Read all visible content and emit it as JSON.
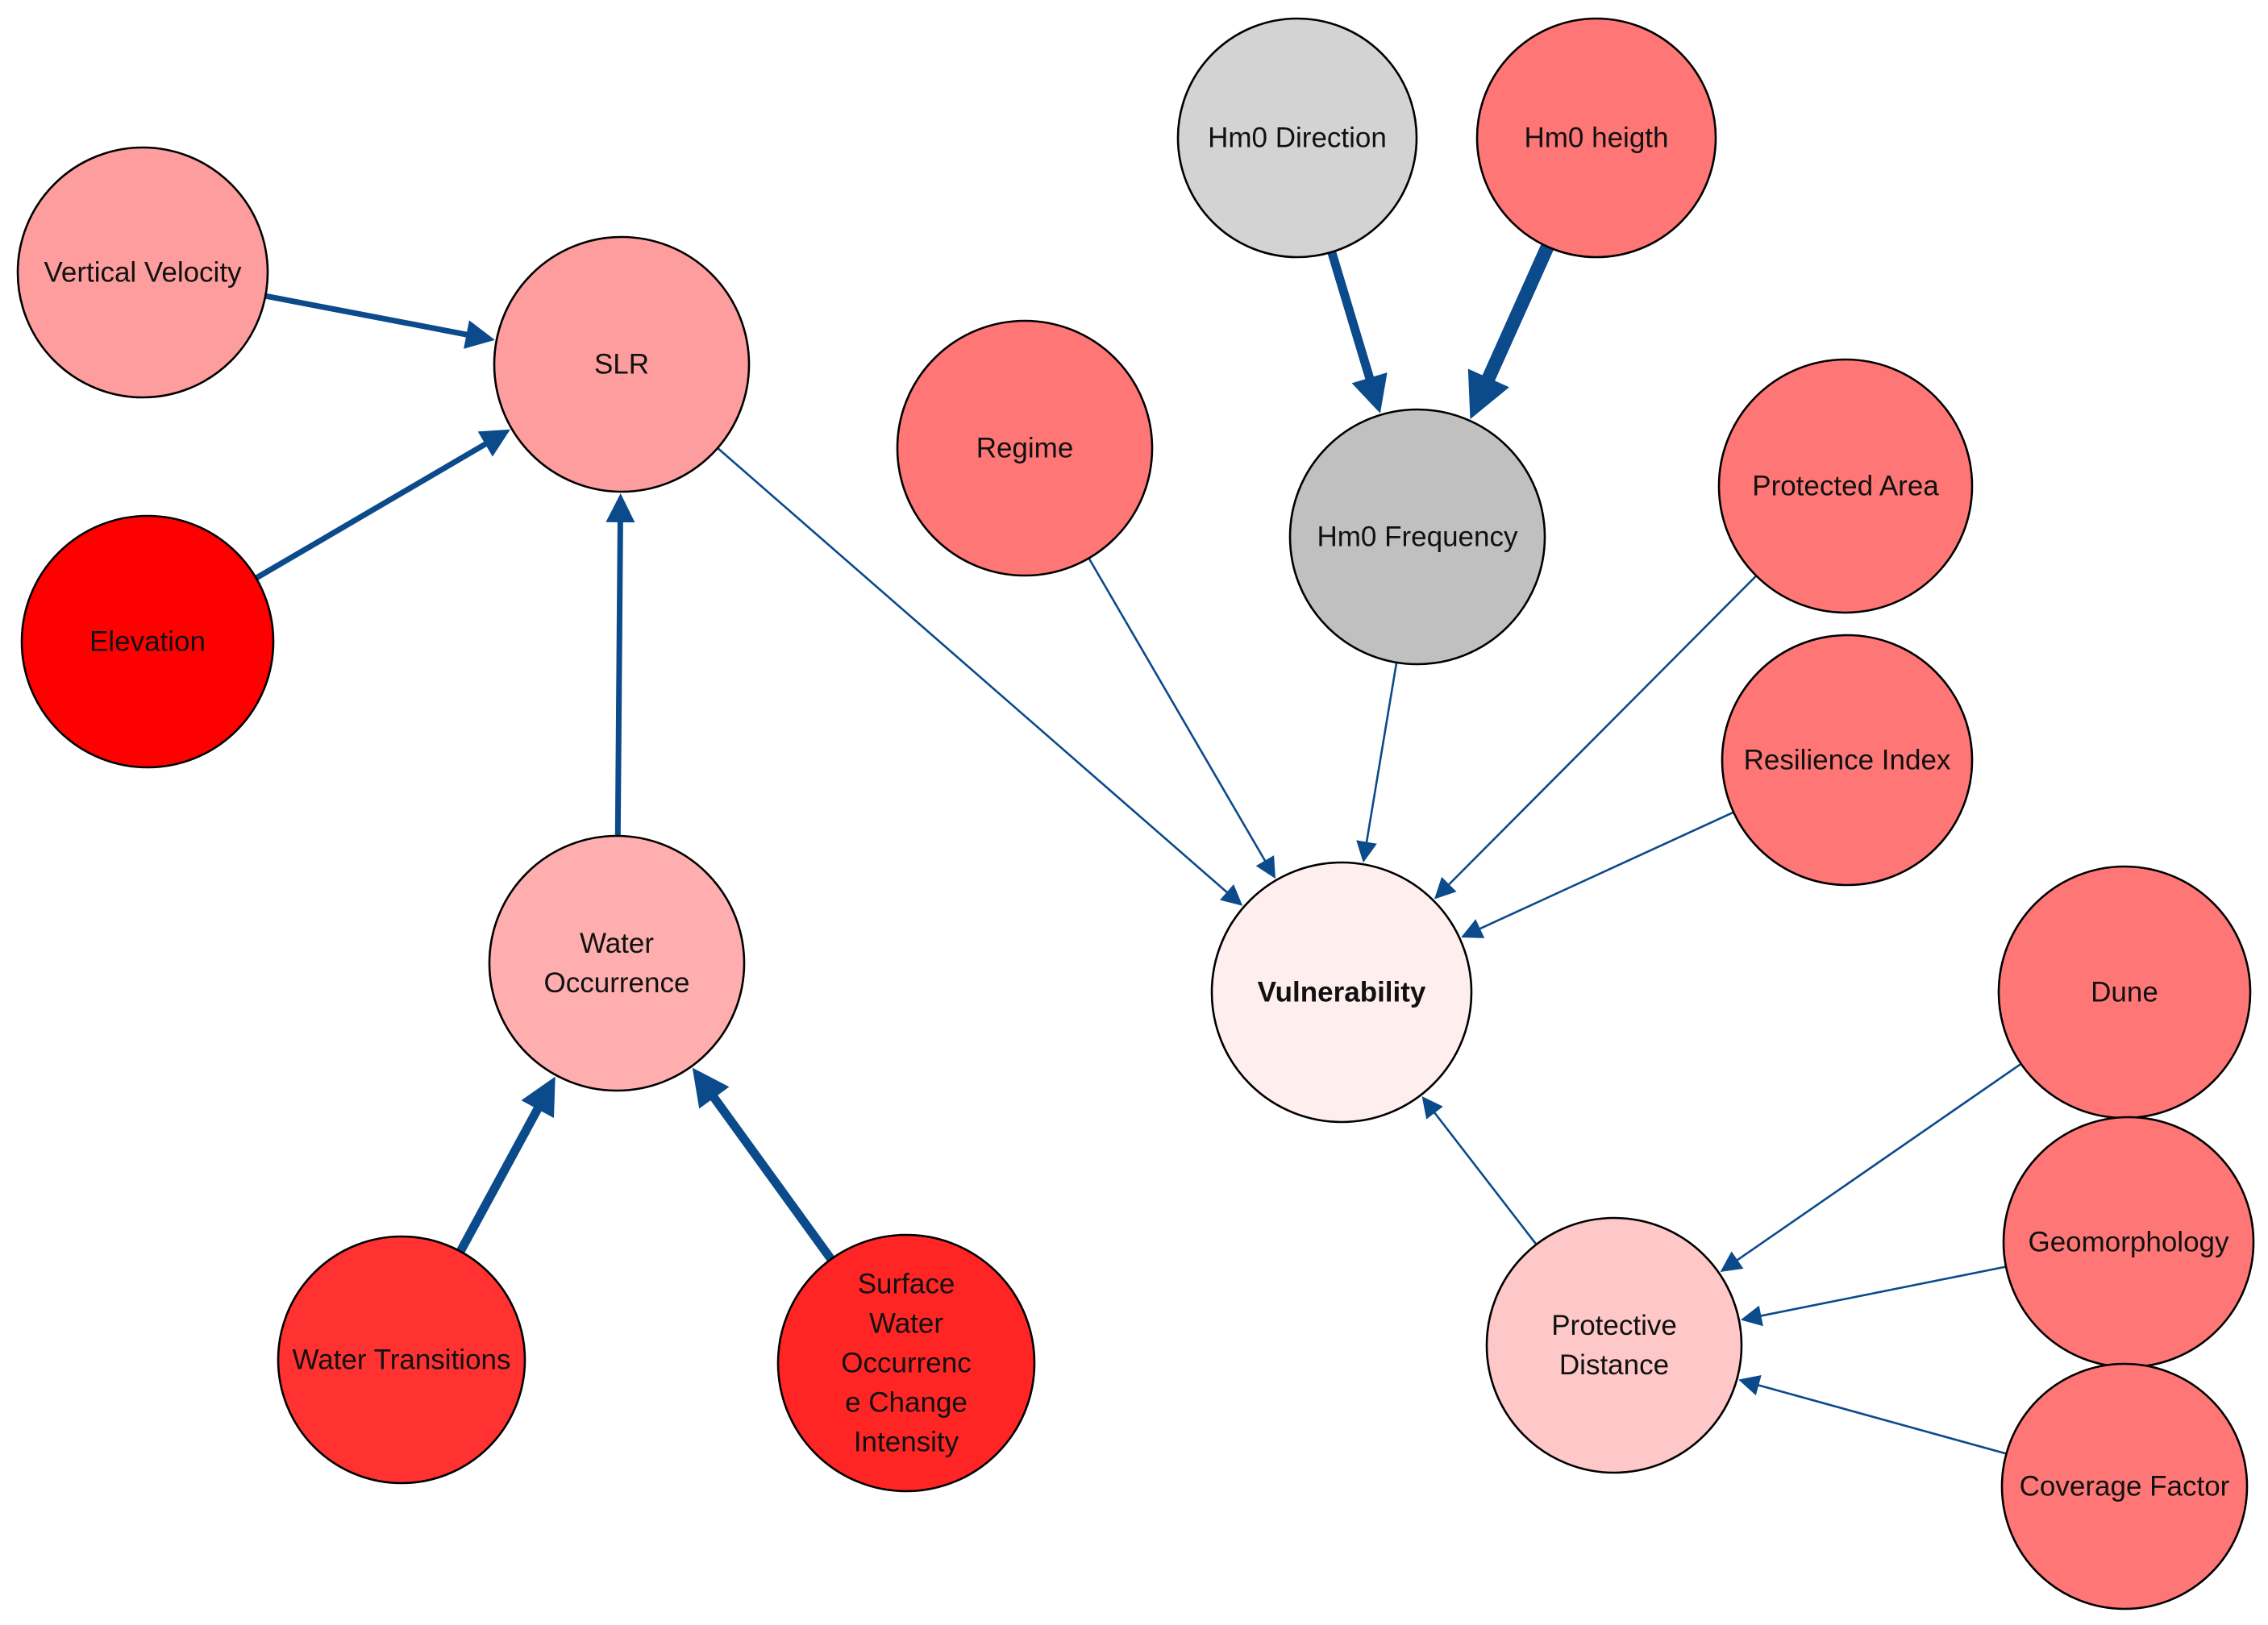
{
  "colors": {
    "edge": "#0b4a8b"
  },
  "nodes": [
    {
      "id": "vertical_velocity",
      "lines": [
        "Vertical Velocity"
      ],
      "fill": "#fe9d9d"
    },
    {
      "id": "slr",
      "lines": [
        "SLR"
      ],
      "fill": "#fe9d9d"
    },
    {
      "id": "elevation",
      "lines": [
        "Elevation"
      ],
      "fill": "#ff0000"
    },
    {
      "id": "water_occurrence",
      "lines": [
        "Water",
        "Occurrence"
      ],
      "fill": "#feaeae"
    },
    {
      "id": "water_transitions",
      "lines": [
        "Water Transitions"
      ],
      "fill": "#ff3131"
    },
    {
      "id": "surface_water",
      "lines": [
        "Surface",
        "Water",
        "Occurrenc",
        "e Change",
        "Intensity"
      ],
      "fill": "#ff2525"
    },
    {
      "id": "regime",
      "lines": [
        "Regime"
      ],
      "fill": "#ff7676"
    },
    {
      "id": "hm0_direction",
      "lines": [
        "Hm0 Direction"
      ],
      "fill": "#d3d3d3"
    },
    {
      "id": "hm0_heigth",
      "lines": [
        "Hm0 heigth"
      ],
      "fill": "#ff7676"
    },
    {
      "id": "hm0_frequency",
      "lines": [
        "Hm0 Frequency"
      ],
      "fill": "#c0c0c0"
    },
    {
      "id": "protected_area",
      "lines": [
        "Protected Area"
      ],
      "fill": "#ff7676"
    },
    {
      "id": "resilience_index",
      "lines": [
        "Resilience Index"
      ],
      "fill": "#ff7676"
    },
    {
      "id": "vulnerability",
      "lines": [
        "Vulnerability"
      ],
      "fill": "#ffeeee",
      "bold": true
    },
    {
      "id": "dune",
      "lines": [
        "Dune"
      ],
      "fill": "#ff7676"
    },
    {
      "id": "geomorphology",
      "lines": [
        "Geomorphology"
      ],
      "fill": "#ff7676"
    },
    {
      "id": "coverage_factor",
      "lines": [
        "Coverage Factor"
      ],
      "fill": "#ff7676"
    },
    {
      "id": "protective_distance",
      "lines": [
        "Protective",
        "Distance"
      ],
      "fill": "#ffc8c8"
    }
  ],
  "edges": [
    {
      "from": "vertical_velocity",
      "to": "slr",
      "strength": "medium"
    },
    {
      "from": "elevation",
      "to": "slr",
      "strength": "medium"
    },
    {
      "from": "water_occurrence",
      "to": "slr",
      "strength": "medium"
    },
    {
      "from": "water_transitions",
      "to": "water_occurrence",
      "strength": "strong"
    },
    {
      "from": "surface_water",
      "to": "water_occurrence",
      "strength": "strong"
    },
    {
      "from": "hm0_direction",
      "to": "hm0_frequency",
      "strength": "strong"
    },
    {
      "from": "hm0_heigth",
      "to": "hm0_frequency",
      "strength": "very-strong"
    },
    {
      "from": "slr",
      "to": "vulnerability",
      "strength": "thin"
    },
    {
      "from": "regime",
      "to": "vulnerability",
      "strength": "thin"
    },
    {
      "from": "hm0_frequency",
      "to": "vulnerability",
      "strength": "thin"
    },
    {
      "from": "protected_area",
      "to": "vulnerability",
      "strength": "thin"
    },
    {
      "from": "resilience_index",
      "to": "vulnerability",
      "strength": "thin"
    },
    {
      "from": "protective_distance",
      "to": "vulnerability",
      "strength": "thin"
    },
    {
      "from": "dune",
      "to": "protective_distance",
      "strength": "thin"
    },
    {
      "from": "geomorphology",
      "to": "protective_distance",
      "strength": "thin"
    },
    {
      "from": "coverage_factor",
      "to": "protective_distance",
      "strength": "thin"
    }
  ]
}
